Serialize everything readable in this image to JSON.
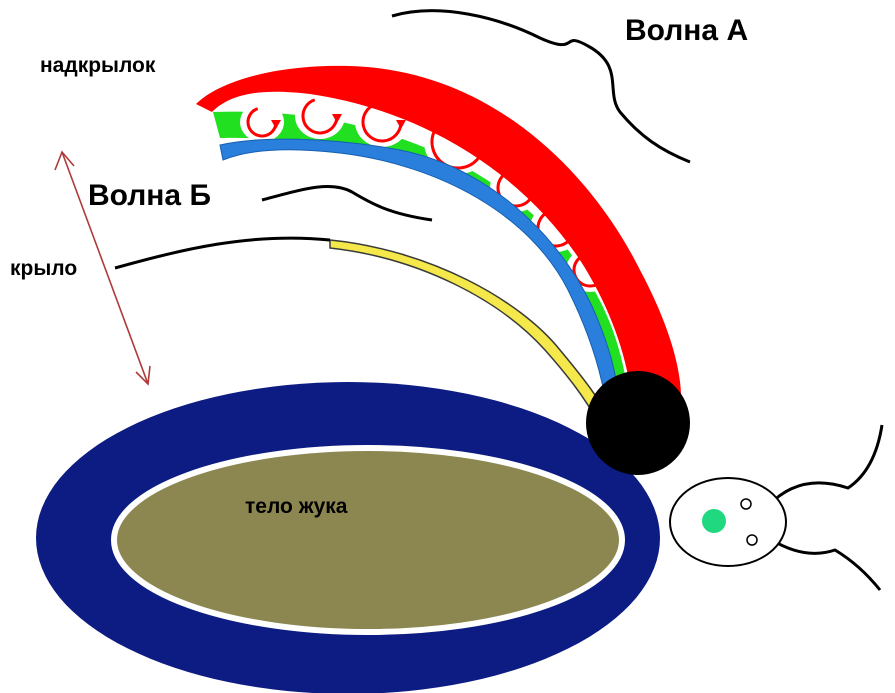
{
  "labels": {
    "wave_a": "Волна А",
    "wave_b": "Волна Б",
    "elytron": "надкрылок",
    "wing": "крыло",
    "body": "тело жука"
  },
  "colors": {
    "elytron": "#ff0000",
    "membrane": "#2a7fdc",
    "cavity_fill": "#20e020",
    "vortex": "#ff0000",
    "wing": "#f5e84a",
    "body_ring": "#0c1c82",
    "body_fill": "#8c8650",
    "hinge": "#000000",
    "head_spot": "#20d880",
    "motion_arrow": "#b03a3a"
  },
  "icons": {
    "vortex": "circular-arrow-icon",
    "motion": "double-headed-arrow-icon"
  },
  "vortex_count": 7
}
